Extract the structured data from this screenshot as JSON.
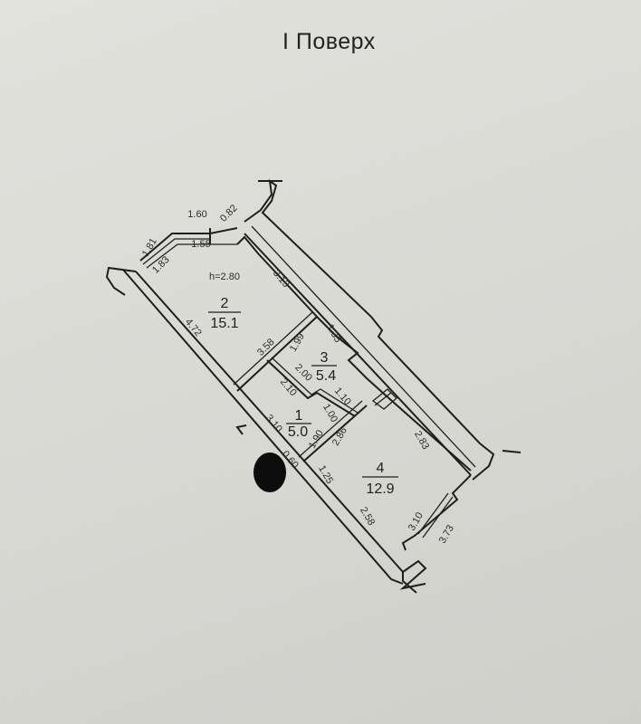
{
  "title": "І Поверх",
  "ceiling_height": "h=2.80",
  "rooms": [
    {
      "number": "1",
      "area": "5.0"
    },
    {
      "number": "2",
      "area": "15.1"
    },
    {
      "number": "3",
      "area": "5.4"
    },
    {
      "number": "4",
      "area": "12.9"
    }
  ],
  "dimensions": [
    "1.60",
    "0.82",
    "1.81",
    "1.55",
    "1.83",
    "3.13",
    "4.72",
    "3.58",
    "1.99",
    "1.35",
    "2.00",
    "2.10",
    "1.10",
    "1.00",
    "3.10",
    "1.90",
    "2.86",
    "2.83",
    "0.60",
    "1.25",
    "2.58",
    "3.10",
    "3.73"
  ]
}
